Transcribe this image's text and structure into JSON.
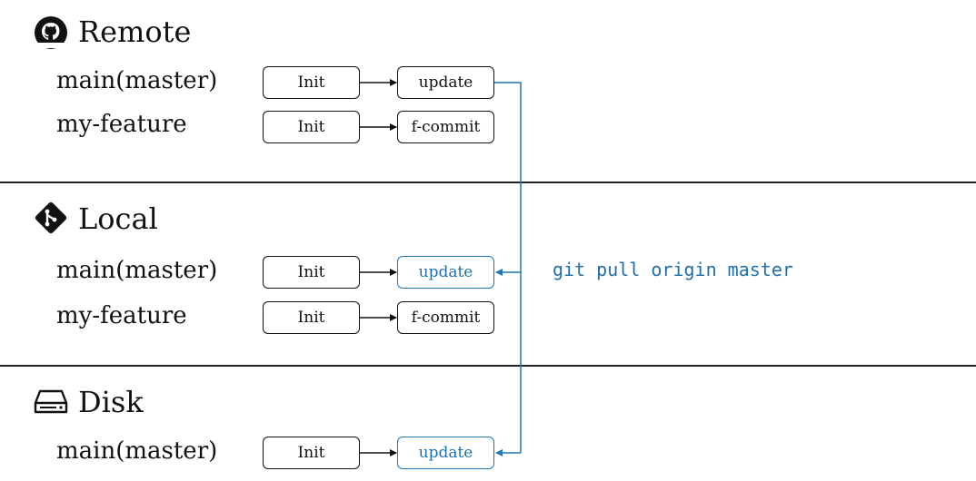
{
  "sections": {
    "remote": {
      "title": "Remote",
      "icon": "github-icon",
      "branches": [
        {
          "label": "main(master)",
          "commits": [
            "Init",
            "update"
          ]
        },
        {
          "label": "my-feature",
          "commits": [
            "Init",
            "f-commit"
          ]
        }
      ]
    },
    "local": {
      "title": "Local",
      "icon": "git-icon",
      "branches": [
        {
          "label": "main(master)",
          "commits": [
            "Init",
            "update"
          ]
        },
        {
          "label": "my-feature",
          "commits": [
            "Init",
            "f-commit"
          ]
        }
      ]
    },
    "disk": {
      "title": "Disk",
      "icon": "hard-drive-icon",
      "branches": [
        {
          "label": "main(master)",
          "commits": [
            "Init",
            "update"
          ]
        }
      ]
    }
  },
  "command": "git pull origin master",
  "colors": {
    "accent": "#1f77b4",
    "text": "#111111"
  }
}
